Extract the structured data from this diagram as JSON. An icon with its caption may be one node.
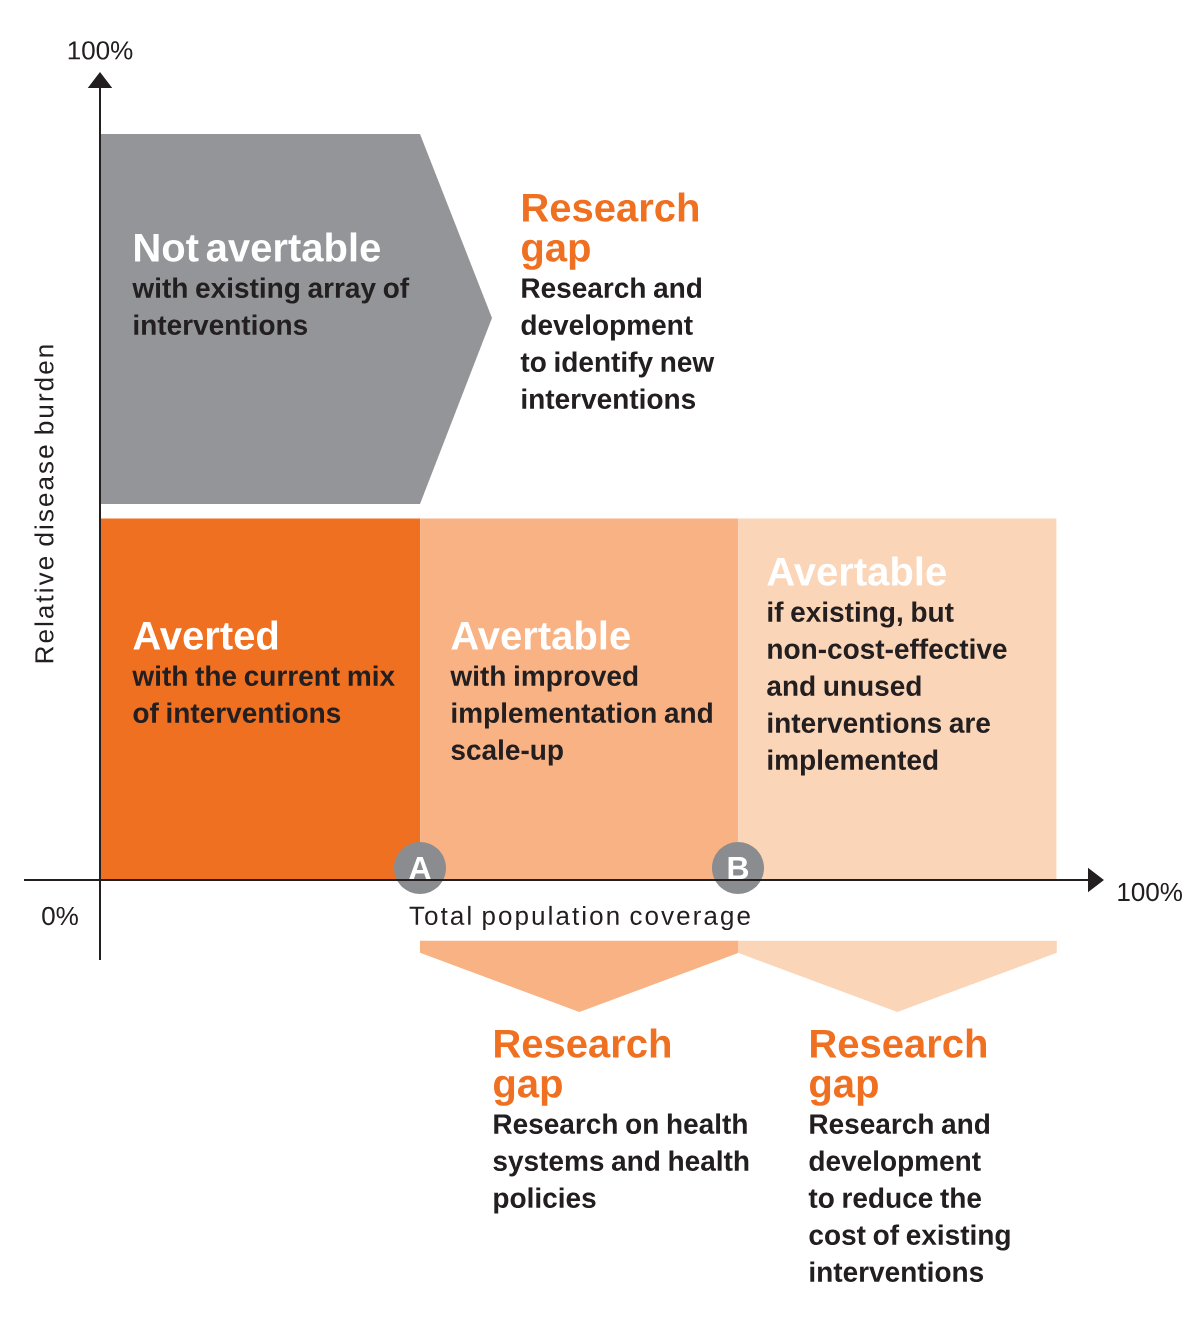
{
  "diagram": {
    "nodes": [
      {
        "text": [
          "Not avertable",
          "with existing array of interventions"
        ]
      },
      {
        "text": [
          "Research gap",
          "Research and development to identify new interventions"
        ]
      },
      {
        "text": [
          "Averted",
          "with the current mix of interventions"
        ]
      },
      {
        "text": [
          "Avertable",
          "with improved implementation and scale-up"
        ]
      },
      {
        "text": [
          "Avertable",
          "if existing, but non-cost-effective and unused interventions are implemented"
        ]
      },
      {
        "text": [
          "A"
        ]
      },
      {
        "text": [
          "B"
        ]
      },
      {
        "text": [
          "Research gap",
          "Research on health systems and health policies"
        ]
      },
      {
        "text": [
          "Research gap",
          "Research and development to reduce the cost of existing interventions"
        ]
      }
    ],
    "edges": [
      {
        "from": 3,
        "to": 7,
        "arrow": "to",
        "color": "#f8b283"
      },
      {
        "from": 4,
        "to": 8,
        "arrow": "to",
        "color": "#fbd5b8"
      }
    ],
    "labels": [
      "100%",
      "Relative disease burden",
      "0%",
      "Total population coverage",
      "100%"
    ]
  }
}
